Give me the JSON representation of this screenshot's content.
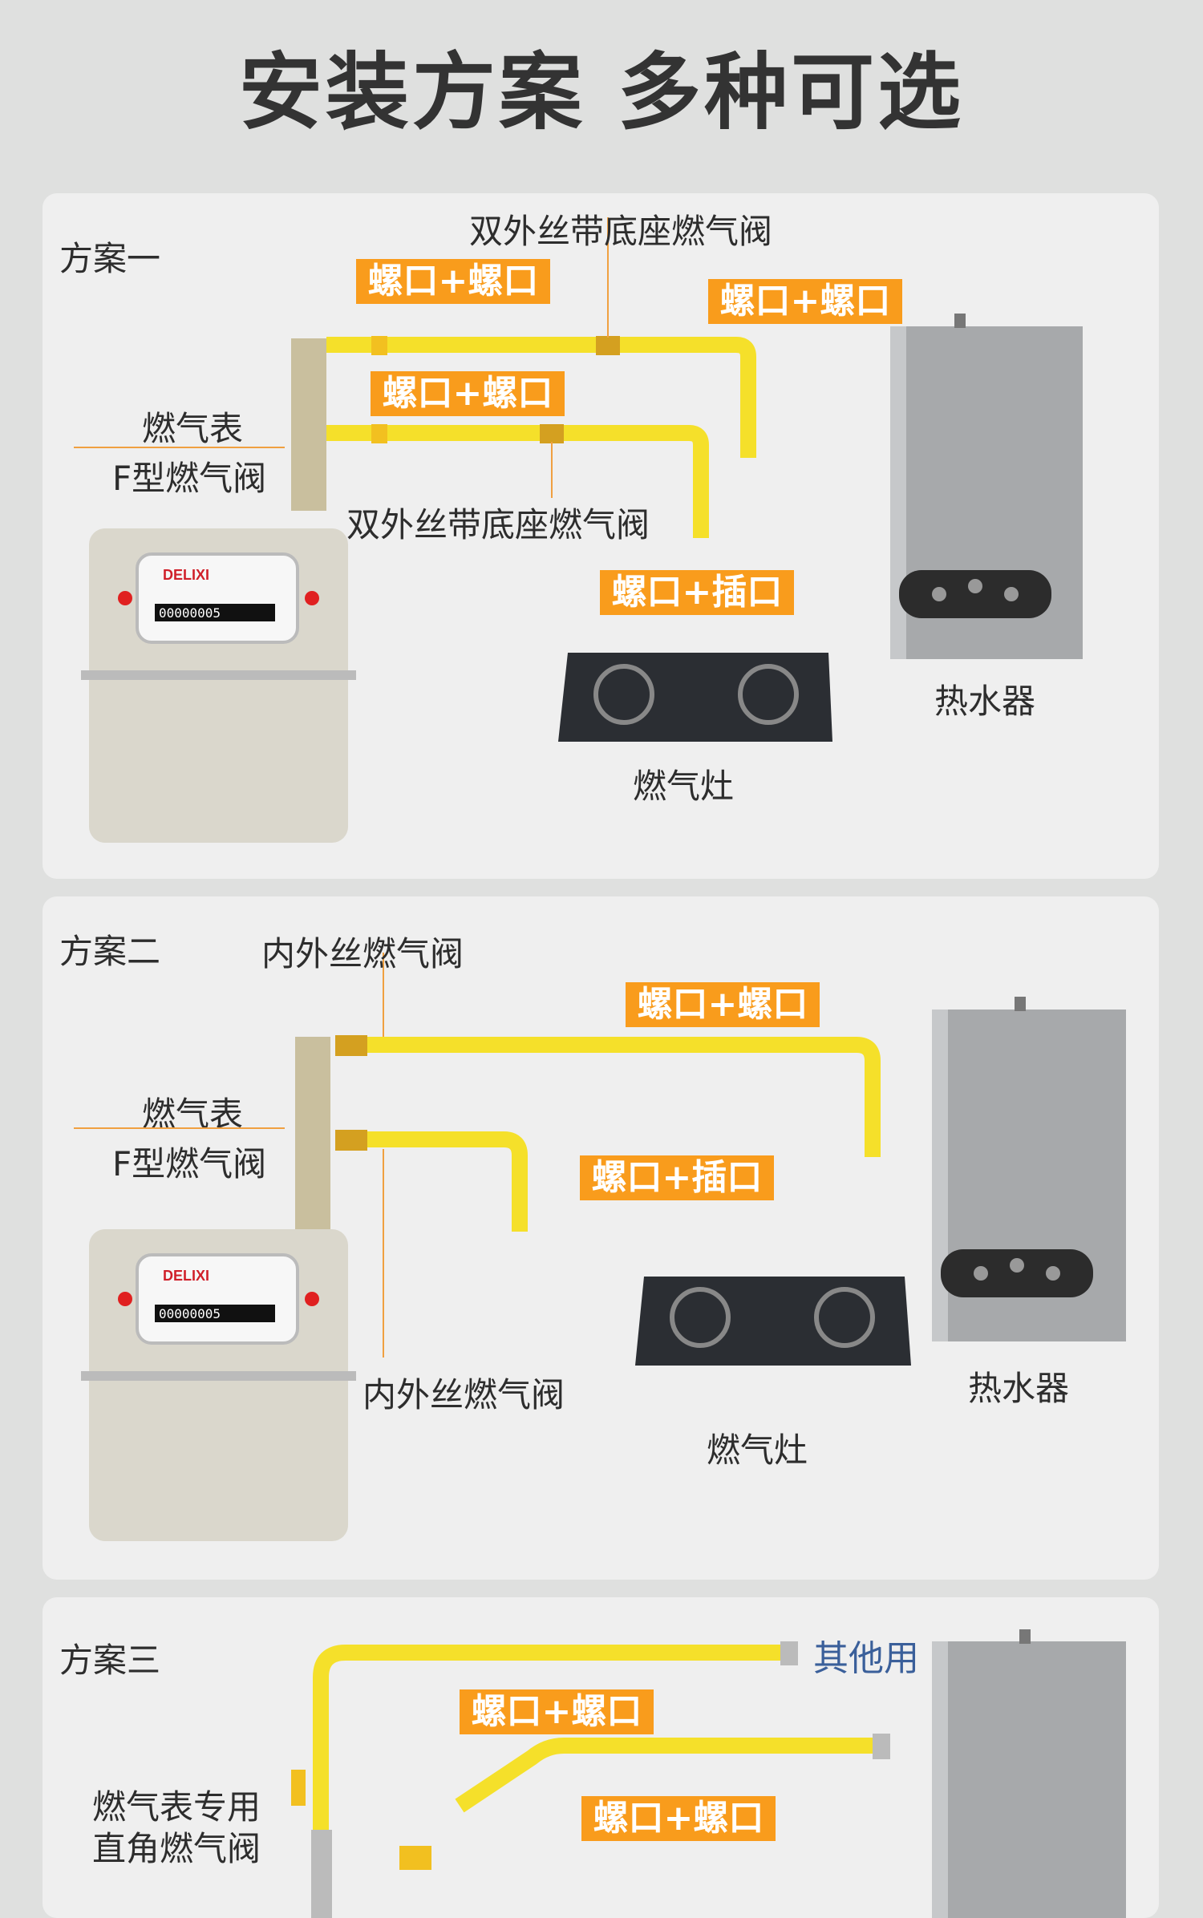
{
  "title": "安装方案 多种可选",
  "plans": [
    {
      "name": "方案一",
      "valve_top": "双外丝带底座燃气阀",
      "valve_bottom": "双外丝带底座燃气阀",
      "meter_label": "燃气表",
      "f_valve": "F型燃气阀",
      "tags": [
        "螺口+螺口",
        "螺口+螺口",
        "螺口+螺口",
        "螺口+插口"
      ],
      "heater": "热水器",
      "stove": "燃气灶"
    },
    {
      "name": "方案二",
      "valve_top": "内外丝燃气阀",
      "valve_bottom": "内外丝燃气阀",
      "meter_label": "燃气表",
      "f_valve": "F型燃气阀",
      "tags": [
        "螺口+螺口",
        "螺口+插口"
      ],
      "heater": "热水器",
      "stove": "燃气灶"
    },
    {
      "name": "方案三",
      "other": "其他用",
      "valve_line1": "燃气表专用",
      "valve_line2": "直角燃气阀",
      "tags": [
        "螺口+螺口",
        "螺口+螺口"
      ]
    }
  ],
  "meter": {
    "brand": "DELIXI",
    "reading": "00000005"
  },
  "colors": {
    "tag": "#f99c1c",
    "pipe": "#f5e02a",
    "accent_blue": "#3a5f9a"
  }
}
